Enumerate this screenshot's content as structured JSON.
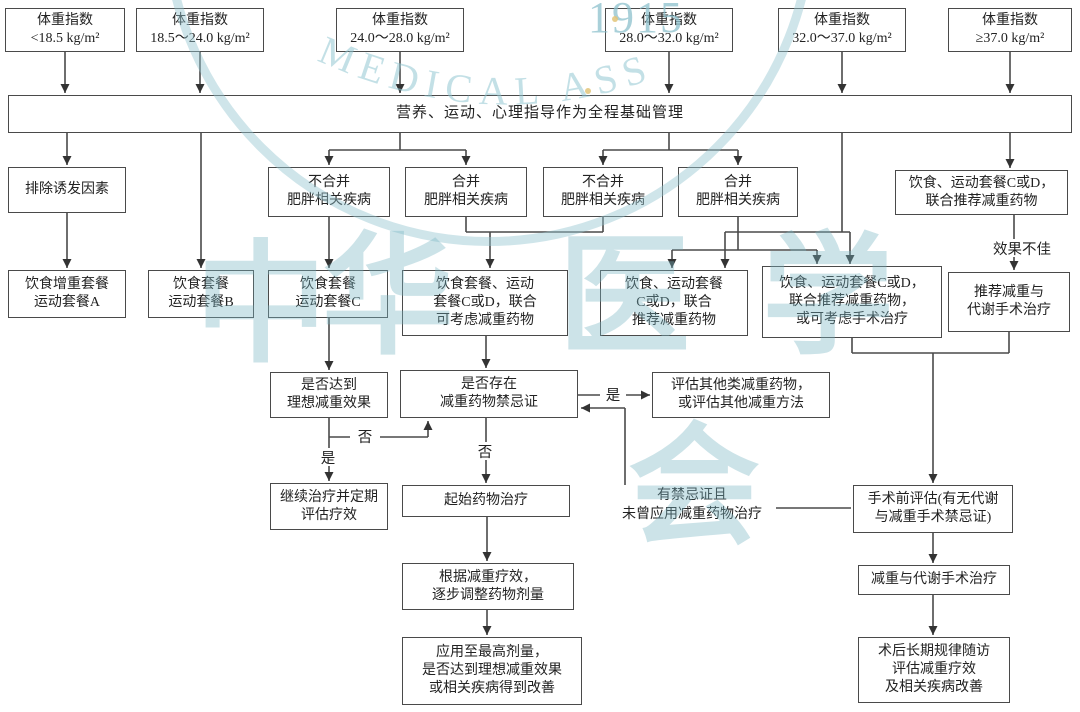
{
  "banner": {
    "text": "营养、运动、心理指导作为全程基础管理"
  },
  "nodes": {
    "bmi1": {
      "text": "体重指数\n<18.5 kg/m²"
    },
    "bmi2": {
      "text": "体重指数\n18.5～24.0 kg/m²"
    },
    "bmi3": {
      "text": "体重指数\n24.0～28.0 kg/m²"
    },
    "bmi4": {
      "text": "体重指数\n28.0～32.0 kg/m²"
    },
    "bmi5": {
      "text": "体重指数\n32.0～37.0 kg/m²"
    },
    "bmi6": {
      "text": "体重指数\n≥37.0 kg/m²"
    },
    "exclude": {
      "text": "排除诱发因素"
    },
    "no_comorb_1": {
      "text": "不合并\n肥胖相关疾病"
    },
    "comorb_1": {
      "text": "合并\n肥胖相关疾病"
    },
    "no_comorb_2": {
      "text": "不合并\n肥胖相关疾病"
    },
    "comorb_2": {
      "text": "合并\n肥胖相关疾病"
    },
    "diet_drug_right": {
      "text": "饮食、运动套餐C或D，\n联合推荐减重药物"
    },
    "set_a": {
      "text": "饮食增重套餐\n运动套餐A"
    },
    "set_b": {
      "text": "饮食套餐\n运动套餐B"
    },
    "set_c": {
      "text": "饮食套餐\n运动套餐C"
    },
    "set_cd_consider": {
      "text": "饮食套餐、运动\n套餐C或D，联合\n可考虑减重药物"
    },
    "set_cd_recommend": {
      "text": "饮食、运动套餐\nC或D，联合\n推荐减重药物"
    },
    "set_cd_surgery": {
      "text": "饮食、运动套餐C或D，\n联合推荐减重药物，\n或可考虑手术治疗"
    },
    "recommend_surgery": {
      "text": "推荐减重与\n代谢手术治疗"
    },
    "ideal_effect": {
      "text": "是否达到\n理想减重效果"
    },
    "contraindication": {
      "text": "是否存在\n减重药物禁忌证"
    },
    "eval_other": {
      "text": "评估其他类减重药物，\n或评估其他减重方法"
    },
    "continue_treat": {
      "text": "继续治疗并定期\n评估疗效"
    },
    "initiate_drug": {
      "text": "起始药物治疗"
    },
    "presurg_eval": {
      "text": "手术前评估(有无代谢\n与减重手术禁忌证)"
    },
    "adjust_dose": {
      "text": "根据减重疗效，\n逐步调整药物剂量"
    },
    "surgery_treat": {
      "text": "减重与代谢手术治疗"
    },
    "max_dose": {
      "text": "应用至最高剂量，\n是否达到理想减重效果\n或相关疾病得到改善"
    },
    "followup": {
      "text": "术后长期规律随访\n评估减重疗效\n及相关疾病改善"
    }
  },
  "labels": {
    "no_ideal": "否",
    "yes_ideal": "是",
    "no_contra": "否",
    "yes_contra": "是",
    "poor_effect": "效果不佳",
    "annotation": "有禁忌证且\n未曾应用减重药物治疗"
  },
  "watermark": {
    "year": "1915",
    "arc_text": "MEDICAL ASS",
    "glyphs": [
      "中",
      "华",
      "医",
      "学",
      "会"
    ]
  },
  "colors": {
    "line": "#4a4a4a",
    "box_border": "#4a4a4a",
    "text": "#222222",
    "watermark": "#8cc0cc"
  }
}
